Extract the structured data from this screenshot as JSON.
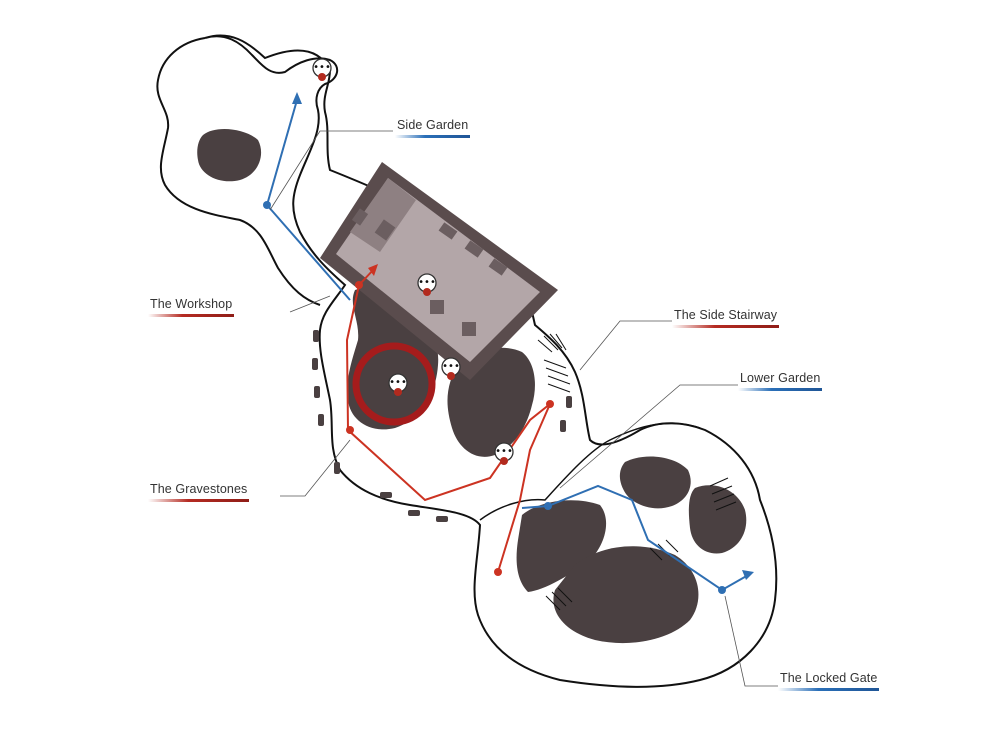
{
  "labels": {
    "side_garden": "Side Garden",
    "workshop": "The Workshop",
    "side_stairway": "The Side Stairway",
    "lower_garden": "Lower Garden",
    "gravestones": "The Gravestones",
    "locked_gate": "The Locked Gate"
  },
  "colors": {
    "background": "#ffffff",
    "floor": "#ffffff",
    "outline": "#111111",
    "rock": "#4a4041",
    "building_roof": "#5a4c4d",
    "building_floor": "#b3a6a8",
    "blue_route": "#2f6fb3",
    "red_route": "#cc3322",
    "highlight_ring": "#a51c1c",
    "label_bar_blue": "#2a6fb8",
    "label_bar_red": "#b52b22"
  },
  "icons": {
    "npc": "speech-bubble-npc-icon",
    "highlight": "highlight-ring-icon"
  }
}
